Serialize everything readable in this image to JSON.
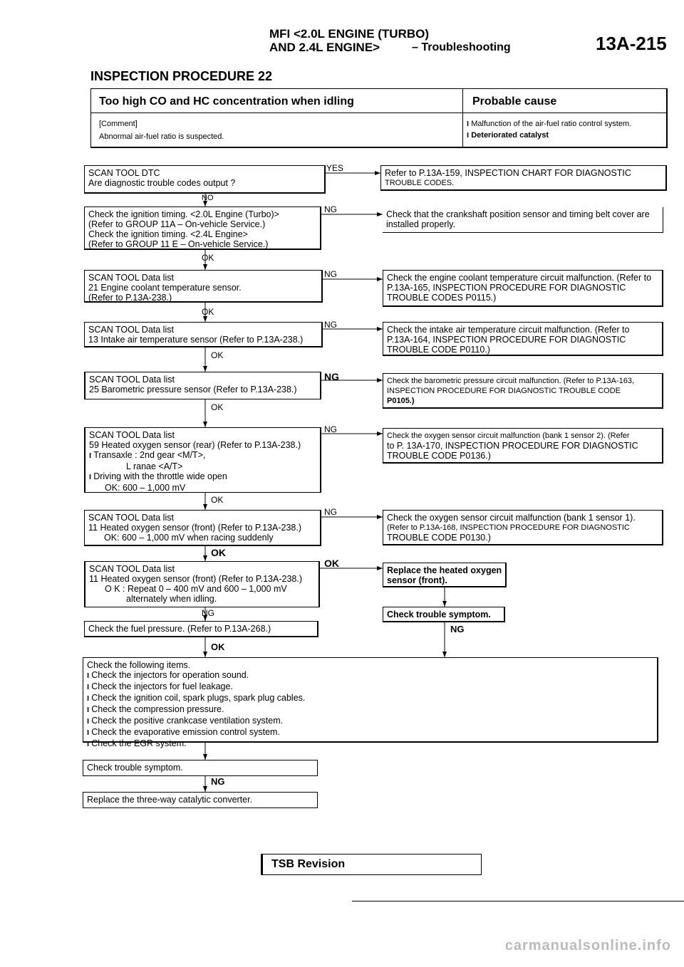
{
  "header": {
    "title_line1": "MFI <2.0L ENGINE (TURBO)",
    "title_line2": "AND 2.4L ENGINE>",
    "section": "– Troubleshooting",
    "page_number": "13A-215"
  },
  "procedure": {
    "title": "INSPECTION PROCEDURE 22",
    "symptom": "Too high CO and HC concentration when idling",
    "comment_label": "[Comment]",
    "comment": "Abnormal air-fuel ratio is suspected.",
    "probable_cause_label": "Probable cause",
    "causes": [
      "Malfunction of the air-fuel ratio control system.",
      "Deteriorated catalyst"
    ]
  },
  "steps": {
    "s1": [
      "SCAN TOOL DTC",
      "Are diagnostic trouble codes output ?"
    ],
    "r1": [
      "Refer to P.13A-159, INSPECTION CHART FOR DIAGNOSTIC",
      "TROUBLE CODES."
    ],
    "s2": [
      "Check the ignition timing. <2.0L Engine (Turbo)>",
      "(Refer to GROUP 11A – On-vehicle Service.)",
      "Check the ignition timing. <2.4L Engine>",
      "(Refer to GROUP 11 E – On-vehicle Service.)"
    ],
    "r2": [
      "Check that the crankshaft position sensor and timing belt cover are",
      "installed properly."
    ],
    "s3": [
      "SCAN TOOL Data list",
      "21 Engine coolant temperature sensor.",
      "(Refer to P.13A-238.)"
    ],
    "r3": [
      "Check the engine coolant temperature circuit malfunction. (Refer to",
      "P.13A-165, INSPECTION PROCEDURE FOR DIAGNOSTIC",
      "TROUBLE CODES P0115.)"
    ],
    "s4": [
      "SCAN TOOL Data list",
      "13 Intake air temperature sensor (Refer to P.13A-238.)"
    ],
    "r4": [
      "Check the intake air temperature circuit malfunction. (Refer to",
      "P.13A-164, INSPECTION PROCEDURE FOR DIAGNOSTIC",
      "TROUBLE CODE P0110.)"
    ],
    "s5": [
      "SCAN TOOL Data list",
      "25 Barometric pressure sensor (Refer to P.13A-238.)"
    ],
    "r5": [
      "Check the barometric pressure circuit malfunction. (Refer to P.13A-163,",
      "INSPECTION PROCEDURE FOR DIAGNOSTIC TROUBLE CODE",
      "P0105.)"
    ],
    "s6": [
      "SCAN TOOL Data list",
      "59 Heated oxygen sensor (rear) (Refer to P.13A-238.)",
      "Transaxle : 2nd gear <M/T>,",
      "L ranae <A/T>",
      "Driving with the throttle wide open",
      "OK: 600 – 1,000 mV"
    ],
    "r6": [
      "Check the oxygen sensor circuit malfunction (bank 1 sensor 2). (Refer",
      "to P. 13A-170, INSPECTION PROCEDURE FOR DIAGNOSTIC",
      "TROUBLE CODE P0136.)"
    ],
    "s7": [
      "SCAN TOOL Data list",
      "11 Heated oxygen sensor (front) (Refer to P.13A-238.)",
      "OK: 600 – 1,000 mV when racing suddenly"
    ],
    "r7": [
      "Check the oxygen sensor circuit malfunction (bank 1 sensor 1).",
      "(Refer to P.13A-168, INSPECTION PROCEDURE FOR DIAGNOSTIC",
      "TROUBLE CODE P0130.)"
    ],
    "s8": [
      "SCAN TOOL Data list",
      "11 Heated oxygen sensor (front) (Refer to P.13A-238.)",
      "O K : Repeat 0 – 400 mV and 600 – 1,000 mV",
      "alternately when idling."
    ],
    "r8": [
      "Replace the heated oxygen",
      "sensor (front)."
    ],
    "r8b": "Check trouble symptom.",
    "s9": "Check the fuel pressure. (Refer to P.13A-268.)",
    "s10": [
      "Check the following items.",
      "Check the injectors for operation sound.",
      "Check the injectors for fuel leakage.",
      "Check the ignition coil, spark plugs, spark plug cables.",
      "Check the compression pressure.",
      "Check the positive crankcase ventilation system.",
      "Check the evaporative emission control system.",
      "Check the EGR system."
    ],
    "s11": "Check trouble symptom.",
    "s12": "Replace the three-way catalytic converter."
  },
  "labels": {
    "yes": "YES",
    "no": "NO",
    "ng": "NG",
    "ok": "OK"
  },
  "footer": {
    "tsb": "TSB Revision",
    "watermark": "carmanualsonline.info"
  }
}
